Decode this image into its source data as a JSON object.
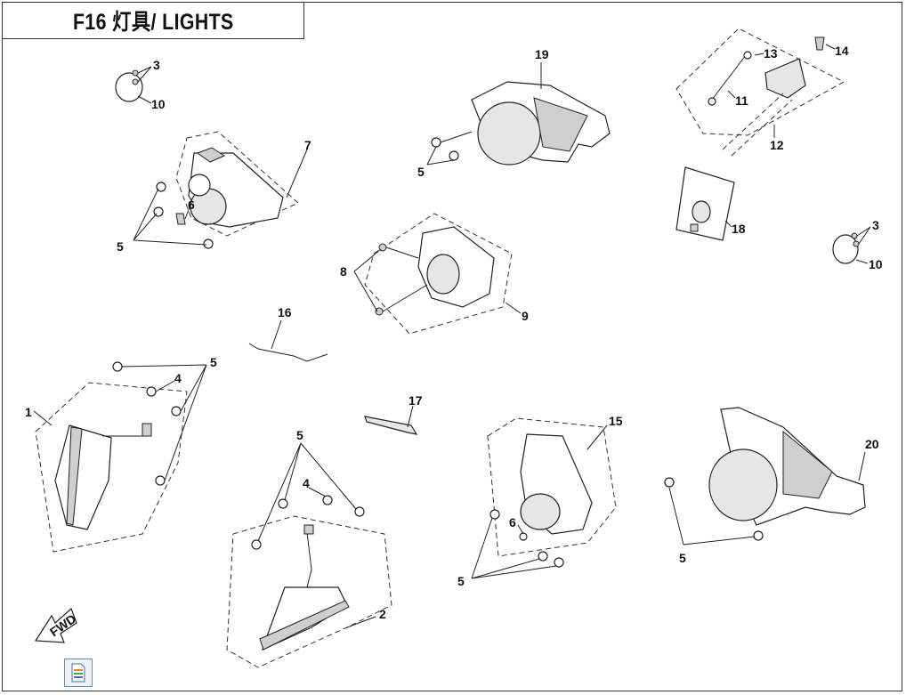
{
  "title": "F16 灯具/ LIGHTS",
  "fwd_label": "FWD",
  "icons": {
    "document": "document-icon",
    "fwd_arrow": "fwd-arrow-icon"
  },
  "callouts": {
    "c1": "1",
    "c2": "2",
    "c3a": "3",
    "c3b": "3",
    "c4a": "4",
    "c4b": "4",
    "c5a": "5",
    "c5b": "5",
    "c5c": "5",
    "c5d": "5",
    "c5e": "5",
    "c5f": "5",
    "c6a": "6",
    "c6b": "6",
    "c7": "7",
    "c8": "8",
    "c9": "9",
    "c10a": "10",
    "c10b": "10",
    "c11": "11",
    "c12": "12",
    "c13": "13",
    "c14": "14",
    "c15": "15",
    "c16": "16",
    "c17": "17",
    "c18": "18",
    "c19": "19",
    "c20": "20"
  }
}
